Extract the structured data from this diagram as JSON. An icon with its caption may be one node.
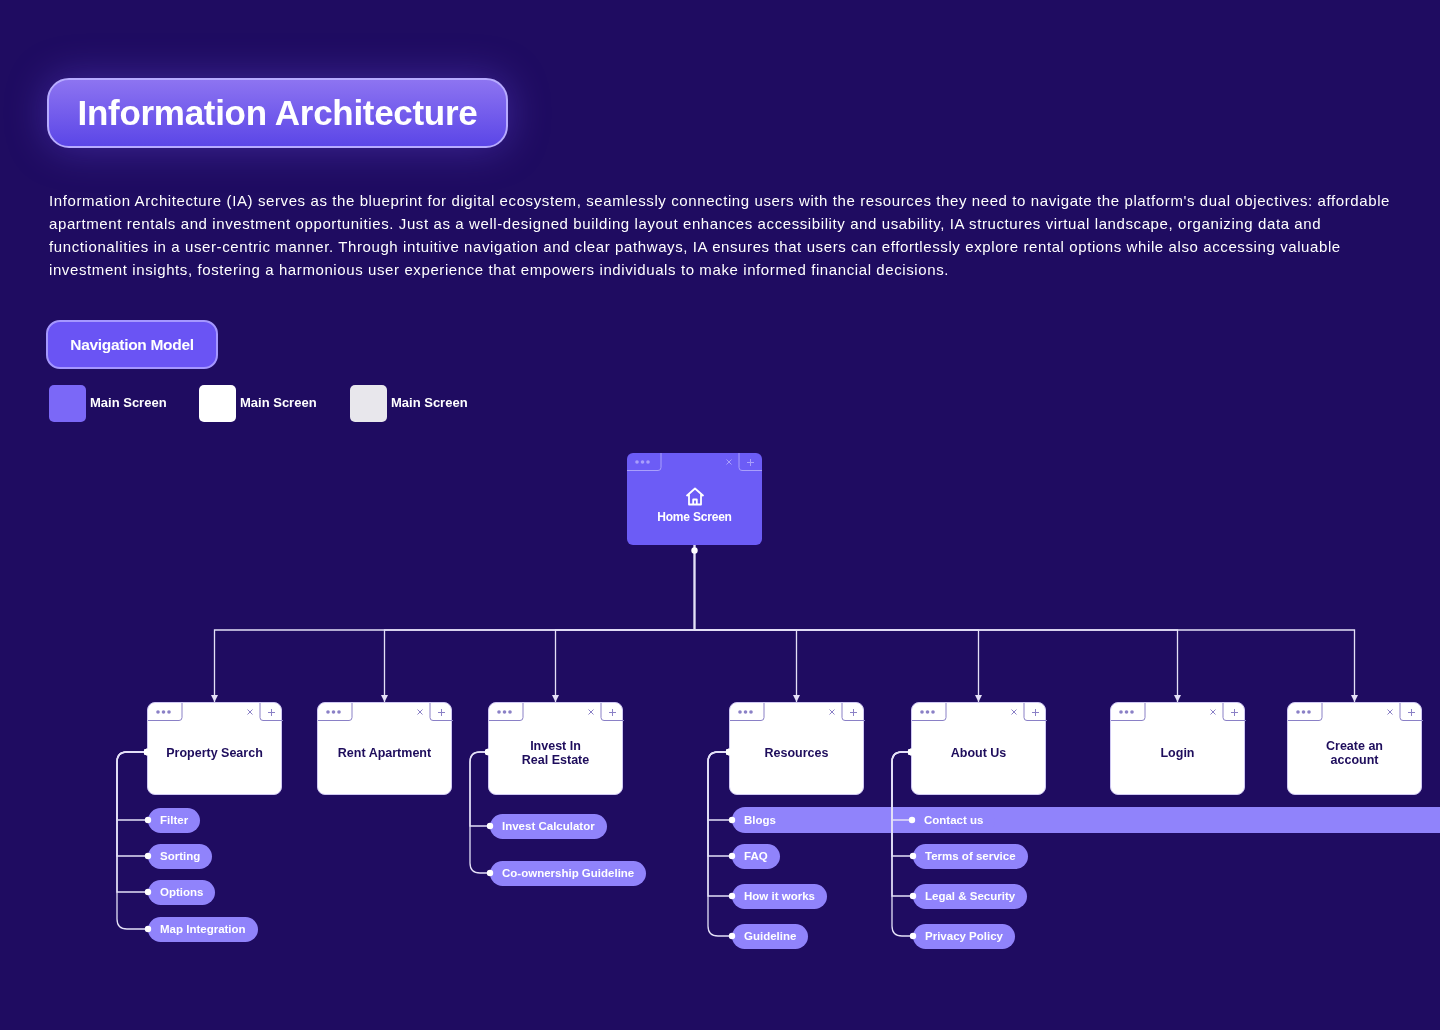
{
  "diagram": {
    "title": "Information Architecture",
    "nodes": [
      {
        "text": [
          "Home Screen"
        ]
      },
      {
        "text": [
          "Property Search"
        ]
      },
      {
        "text": [
          "Rent Apartment"
        ]
      },
      {
        "text": [
          "Invest In Real Estate"
        ]
      },
      {
        "text": [
          "Resources"
        ]
      },
      {
        "text": [
          "About Us"
        ]
      },
      {
        "text": [
          "Login"
        ]
      },
      {
        "text": [
          "Create an account"
        ]
      },
      {
        "text": [
          "Filter"
        ]
      },
      {
        "text": [
          "Sorting"
        ]
      },
      {
        "text": [
          "Options"
        ]
      },
      {
        "text": [
          "Map Integration"
        ]
      },
      {
        "text": [
          "Invest Calculator"
        ]
      },
      {
        "text": [
          "Co-ownership Guideline"
        ]
      },
      {
        "text": [
          "Blogs"
        ]
      },
      {
        "text": [
          "FAQ"
        ]
      },
      {
        "text": [
          "How it works"
        ]
      },
      {
        "text": [
          "Guideline"
        ]
      },
      {
        "text": [
          "Contact us"
        ],
        "in": 14
      },
      {
        "text": [
          "Terms of service"
        ]
      },
      {
        "text": [
          "Legal & Security"
        ]
      },
      {
        "text": [
          "Privacy Policy"
        ]
      }
    ],
    "edges": [
      {
        "from": 0,
        "to": 1,
        "arrow": "to"
      },
      {
        "from": 0,
        "to": 2,
        "arrow": "to"
      },
      {
        "from": 0,
        "to": 3,
        "arrow": "to"
      },
      {
        "from": 0,
        "to": 4,
        "arrow": "to"
      },
      {
        "from": 0,
        "to": 5,
        "arrow": "to"
      },
      {
        "from": 0,
        "to": 6,
        "arrow": "to"
      },
      {
        "from": 0,
        "to": 7,
        "arrow": "to"
      },
      {
        "from": 1,
        "to": 8,
        "arrow": "other"
      },
      {
        "from": 1,
        "to": 9,
        "arrow": "other"
      },
      {
        "from": 1,
        "to": 10,
        "arrow": "other"
      },
      {
        "from": 1,
        "to": 11,
        "arrow": "other"
      },
      {
        "from": 3,
        "to": 12,
        "arrow": "other"
      },
      {
        "from": 3,
        "to": 13,
        "arrow": "other"
      },
      {
        "from": 4,
        "to": 14,
        "arrow": "other"
      },
      {
        "from": 4,
        "to": 15,
        "arrow": "other"
      },
      {
        "from": 4,
        "to": 16,
        "arrow": "other"
      },
      {
        "from": 4,
        "to": 17,
        "arrow": "other"
      },
      {
        "from": 5,
        "to": 18,
        "arrow": "other"
      },
      {
        "from": 5,
        "to": 19,
        "arrow": "other"
      },
      {
        "from": 5,
        "to": 20,
        "arrow": "other"
      },
      {
        "from": 5,
        "to": 21,
        "arrow": "other"
      }
    ],
    "labels": [
      "Information Architecture (IA) serves as the blueprint for digital ecosystem, seamlessly connecting users with the resources they need to navigate the platform's dual objectives: affordable apartment rentals and investment opportunities. Just as a well-designed building layout enhances accessibility and usability, IA structures virtual landscape, organizing data and functionalities in a user-centric manner. Through intuitive navigation and clear pathways, IA ensures that users can effortlessly explore rental options while also accessing valuable investment insights, fostering a harmonious user experience that empowers individuals to make informed financial decisions.",
      "Navigation Model"
    ],
    "legend": [
      {
        "text": "Main Screen",
        "color": "#7b68f7"
      },
      {
        "text": "Main Screen",
        "color": "#ffffff"
      },
      {
        "text": "Main Screen",
        "color": "#e8e7ec"
      }
    ]
  }
}
